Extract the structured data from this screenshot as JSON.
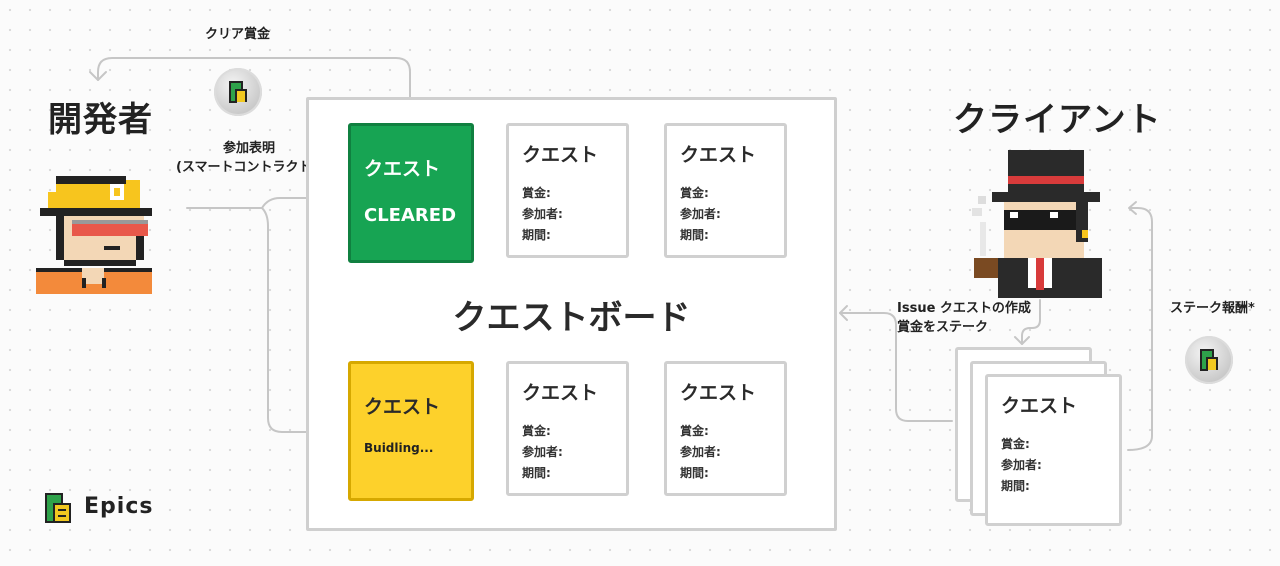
{
  "developer": {
    "title": "開発者"
  },
  "client": {
    "title": "クライアント"
  },
  "board": {
    "title": "クエストボード"
  },
  "annotations": {
    "clear_bounty": "クリア賞金",
    "join_line1": "参加表明",
    "join_line2": "(スマートコントラクト)",
    "issue_line1": "Issue クエストの作成",
    "issue_line2": "賞金をステーク",
    "stake_reward": "ステーク報酬*"
  },
  "cards": {
    "green": {
      "title": "クエスト",
      "status": "CLEARED"
    },
    "yellow": {
      "title": "クエスト",
      "status": "Buidling..."
    },
    "plain": {
      "title": "クエスト",
      "bounty": "賞金:",
      "participants": "参加者:",
      "period": "期間:"
    }
  },
  "logo": {
    "text": "Epics"
  },
  "colors": {
    "green": "#17a453",
    "yellow": "#fdd12b",
    "border": "#d0d0d0",
    "arrow": "#c6c6c6"
  },
  "icons": [
    "epics-coin-icon",
    "developer-avatar-icon",
    "client-avatar-icon",
    "epics-logo-icon",
    "arrow-icon"
  ]
}
